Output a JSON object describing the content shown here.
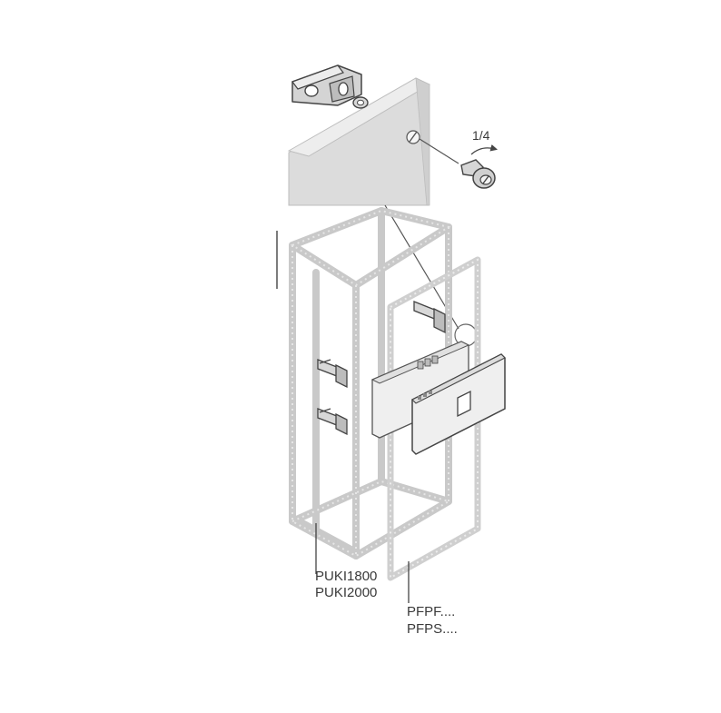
{
  "callouts": {
    "rotation": "1/4",
    "side_part_a": "PUKI1800",
    "side_part_b": "PUKI2000",
    "front_part_a": "PFPF....",
    "front_part_b": "PFPS...."
  },
  "colors": {
    "panel_fill": "#dcdcdc",
    "panel_edge": "#b9b9b9",
    "frame_stroke": "#c9c9c9",
    "part_stroke": "#444444",
    "leader": "#555555",
    "text": "#3a3a3a"
  },
  "icons": [
    "hinge-bracket-icon",
    "washer-icon",
    "quarter-turn-lock-icon",
    "rotation-arrow-icon"
  ]
}
